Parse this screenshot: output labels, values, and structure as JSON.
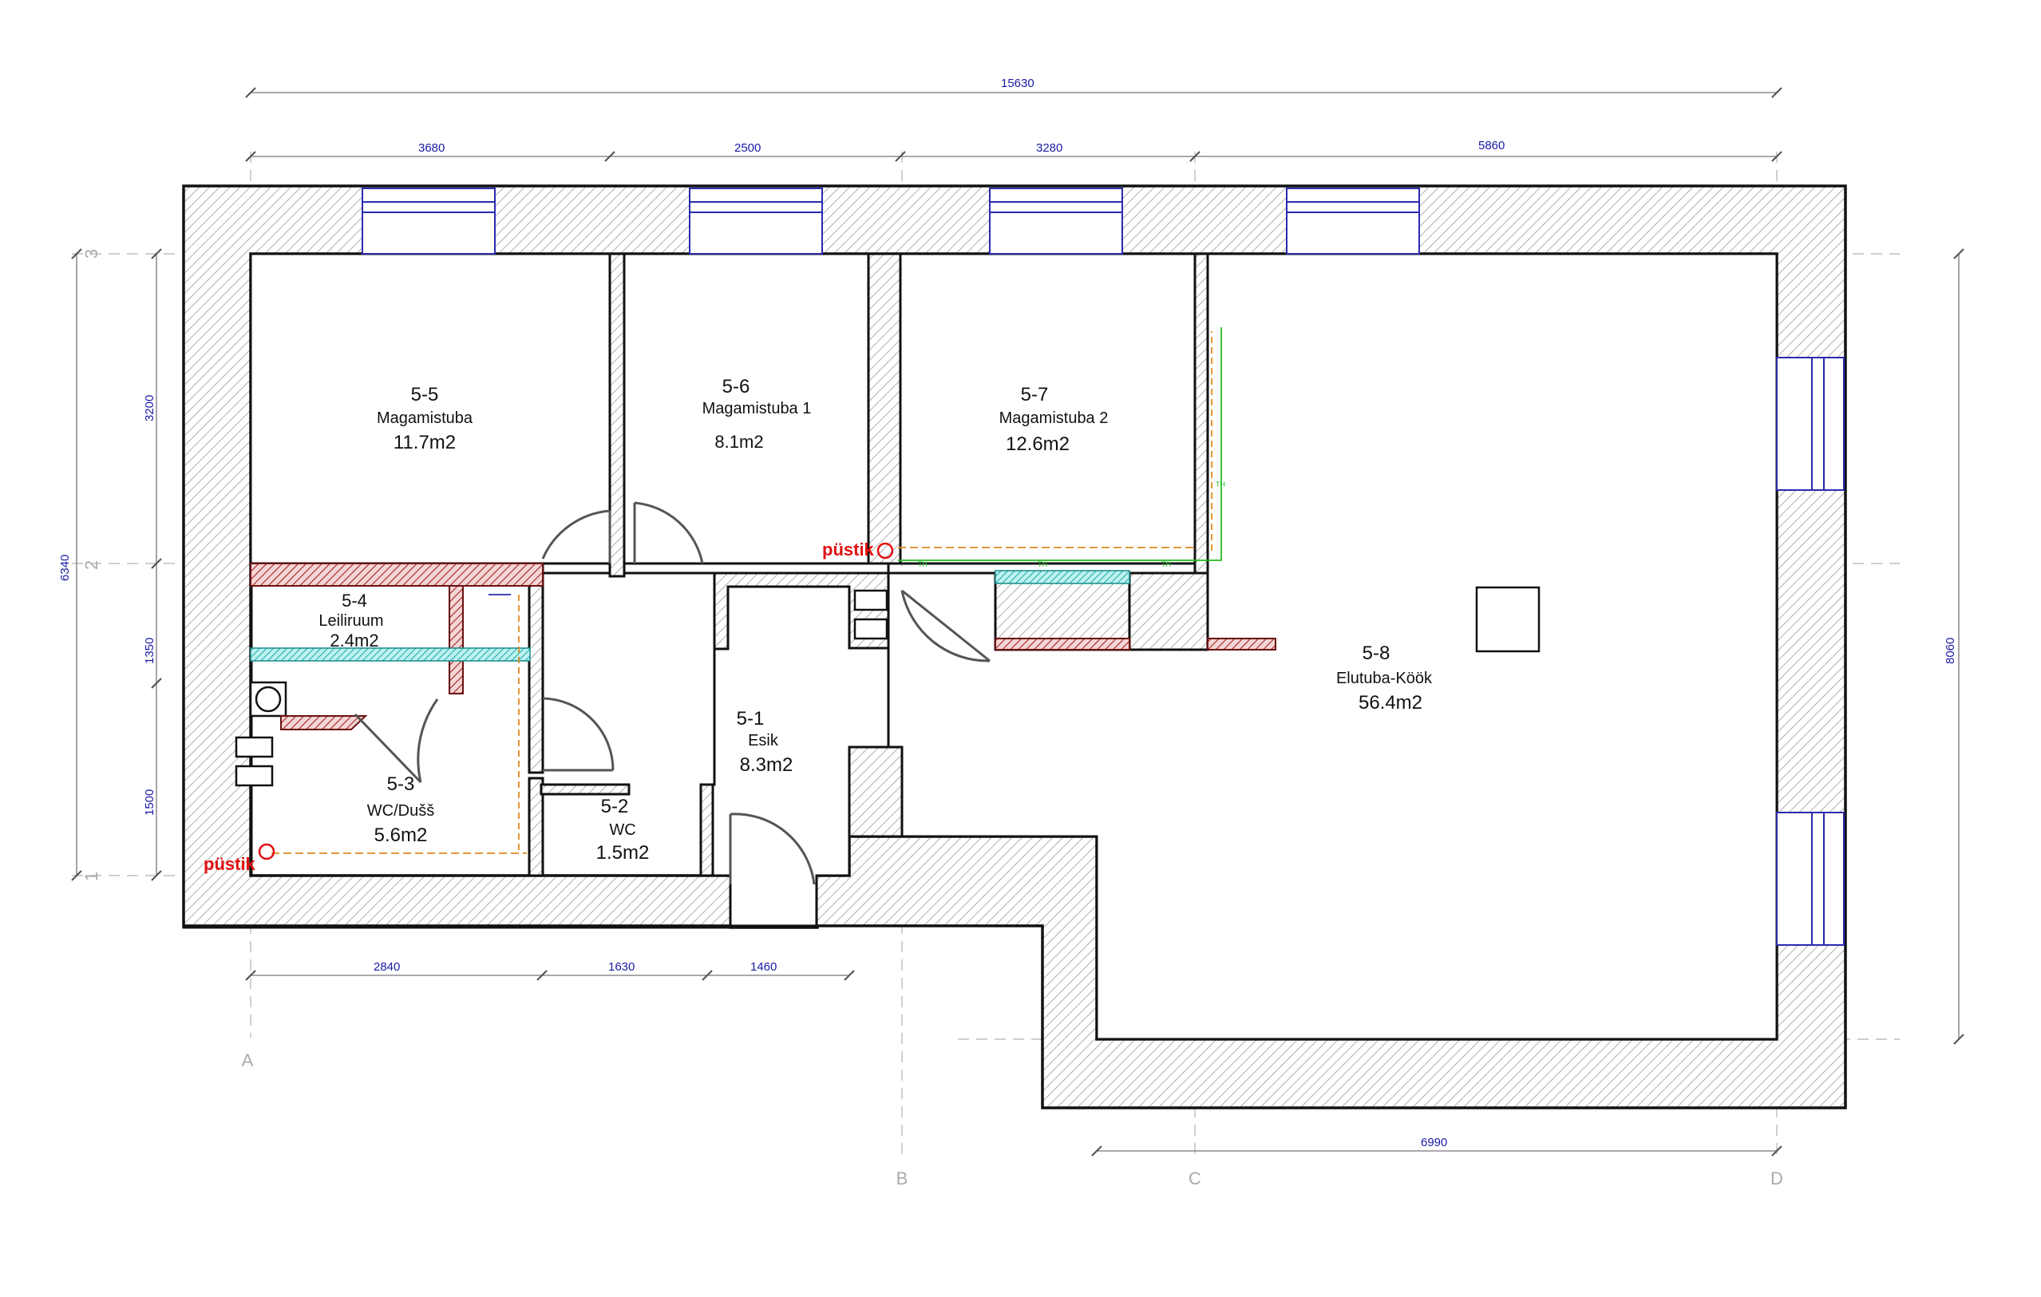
{
  "plan": {
    "rooms": [
      {
        "id": "5-5",
        "name": "Magamistuba",
        "area": "11.7m2"
      },
      {
        "id": "5-6",
        "name": "Magamistuba  1",
        "area": "8.1m2"
      },
      {
        "id": "5-7",
        "name": "Magamistuba  2",
        "area": "12.6m2"
      },
      {
        "id": "5-4",
        "name": "Leiliruum",
        "area": "2.4m2"
      },
      {
        "id": "5-8",
        "name": "Elutuba-Köök",
        "area": "56.4m2"
      },
      {
        "id": "5-1",
        "name": "Esik",
        "area": "8.3m2"
      },
      {
        "id": "5-3",
        "name": "WC/Dušš",
        "area": "5.6m2"
      },
      {
        "id": "5-2",
        "name": "WC",
        "area": "1.5m2"
      }
    ],
    "dimensions": {
      "overall_top": "15630",
      "top": [
        "3680",
        "2500",
        "3280",
        "5860"
      ],
      "left_overall": "6340",
      "left": [
        "3200",
        "1350",
        "1500"
      ],
      "right": "8060",
      "bottom": [
        "2840",
        "1630",
        "1460"
      ],
      "bottom_right": "6990"
    },
    "axes": {
      "columns": [
        "A",
        "B",
        "C",
        "D"
      ],
      "rows": [
        "3",
        "2",
        "1"
      ]
    },
    "vents": [
      "püstik",
      "püstik"
    ],
    "pipe_tag": "TH",
    "colors": {
      "wall_outline": "#111111",
      "hatch": "#9a9a9a",
      "dimension": "#1a1aa6",
      "window": "#2a2ab0",
      "red_wall": "#a82020",
      "cyan": "#33c0c0",
      "vent": "#e01010",
      "pipe_green": "#22bb22",
      "pipe_orange": "#e08a20",
      "grid": "#b0b0b0"
    }
  }
}
